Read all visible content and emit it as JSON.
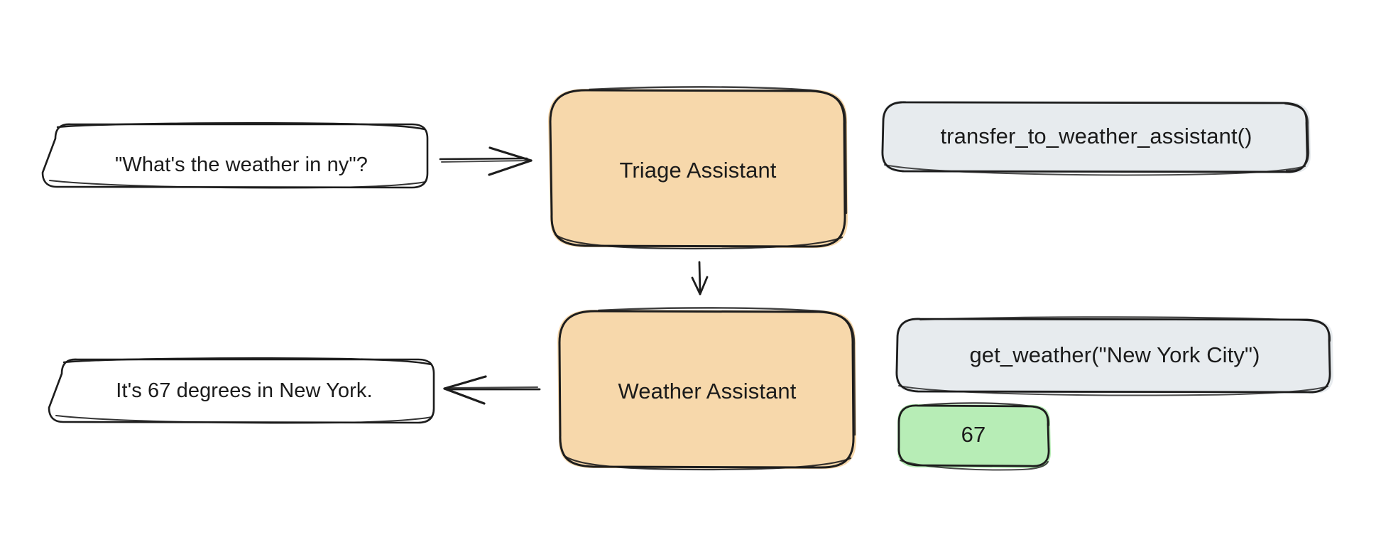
{
  "diagram": {
    "title": "Triage and Weather Assistant handoff flow",
    "style": "hand-drawn",
    "background": "#ffffff",
    "colors": {
      "assistant_fill": "#f7d8ab",
      "message_fill": "#ffffff",
      "tool_fill": "#e7ebee",
      "result_fill": "#b7edb6",
      "stroke": "#1d1d1d",
      "text": "#1b1b1b"
    },
    "nodes": {
      "user_question": {
        "label": "\"What's the weather in ny\"?",
        "type": "message"
      },
      "triage_assistant": {
        "label": "Triage Assistant",
        "type": "assistant"
      },
      "transfer_tool": {
        "label": "transfer_to_weather_assistant()",
        "type": "tool-call"
      },
      "weather_assistant": {
        "label": "Weather Assistant",
        "type": "assistant"
      },
      "weather_tool": {
        "label": "get_weather(\"New York City\")",
        "type": "tool-call"
      },
      "weather_result": {
        "label": "67",
        "type": "tool-result"
      },
      "final_answer": {
        "label": "It's 67 degrees in New York.",
        "type": "message"
      }
    },
    "edges": [
      {
        "name": "question-to-triage",
        "from": "user_question",
        "to": "triage_assistant",
        "direction": "right"
      },
      {
        "name": "triage-to-weather",
        "from": "triage_assistant",
        "to": "weather_assistant",
        "direction": "down"
      },
      {
        "name": "weather-to-answer",
        "from": "weather_assistant",
        "to": "final_answer",
        "direction": "left"
      }
    ]
  }
}
